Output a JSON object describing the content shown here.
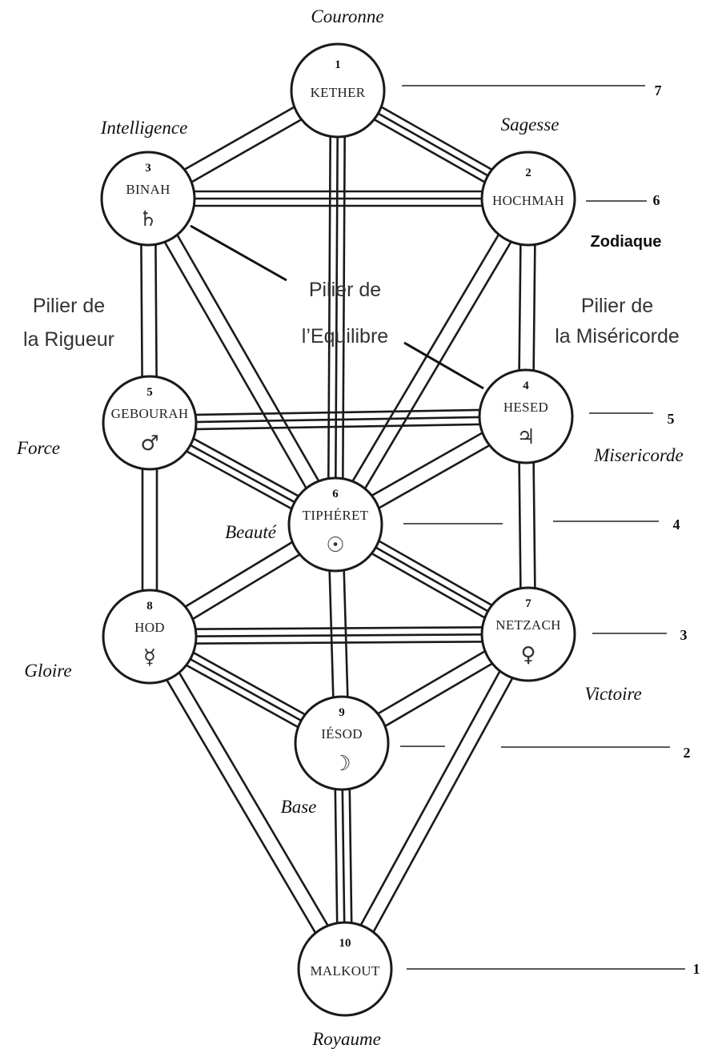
{
  "sephiroth": [
    {
      "id": "kether",
      "number": "1",
      "name": "KETHER",
      "planet": "",
      "attribute": "Couronne"
    },
    {
      "id": "hochmah",
      "number": "2",
      "name": "HOCHMAH",
      "planet": "",
      "attribute": "Sagesse"
    },
    {
      "id": "binah",
      "number": "3",
      "name": "BINAH",
      "planet": "♄",
      "attribute": "Intelligence"
    },
    {
      "id": "hesed",
      "number": "4",
      "name": "HESED",
      "planet": "♃",
      "attribute": "Misericorde"
    },
    {
      "id": "gebourah",
      "number": "5",
      "name": "GEBOURAH",
      "planet": "♂",
      "attribute": "Force"
    },
    {
      "id": "tiphereth",
      "number": "6",
      "name": "TIPHÉRET",
      "planet": "☉",
      "attribute": "Beauté"
    },
    {
      "id": "netzach",
      "number": "7",
      "name": "NETZACH",
      "planet": "♀",
      "attribute": "Victoire"
    },
    {
      "id": "hod",
      "number": "8",
      "name": "HOD",
      "planet": "☿",
      "attribute": "Gloire"
    },
    {
      "id": "iesod",
      "number": "9",
      "name": "IÉSOD",
      "planet": "☽",
      "attribute": "Base"
    },
    {
      "id": "malkout",
      "number": "10",
      "name": "MALKOUT",
      "planet": "",
      "attribute": "Royaume"
    }
  ],
  "pillars": {
    "severity": [
      "Pilier de",
      "la Rigueur"
    ],
    "equilibrium": [
      "Pilier de",
      "l’Equilibre"
    ],
    "mercy": [
      "Pilier de",
      "la Miséricorde"
    ]
  },
  "zodiac_label": "Zodiaque",
  "levels": [
    "7",
    "6",
    "5",
    "4",
    "3",
    "2",
    "1"
  ]
}
